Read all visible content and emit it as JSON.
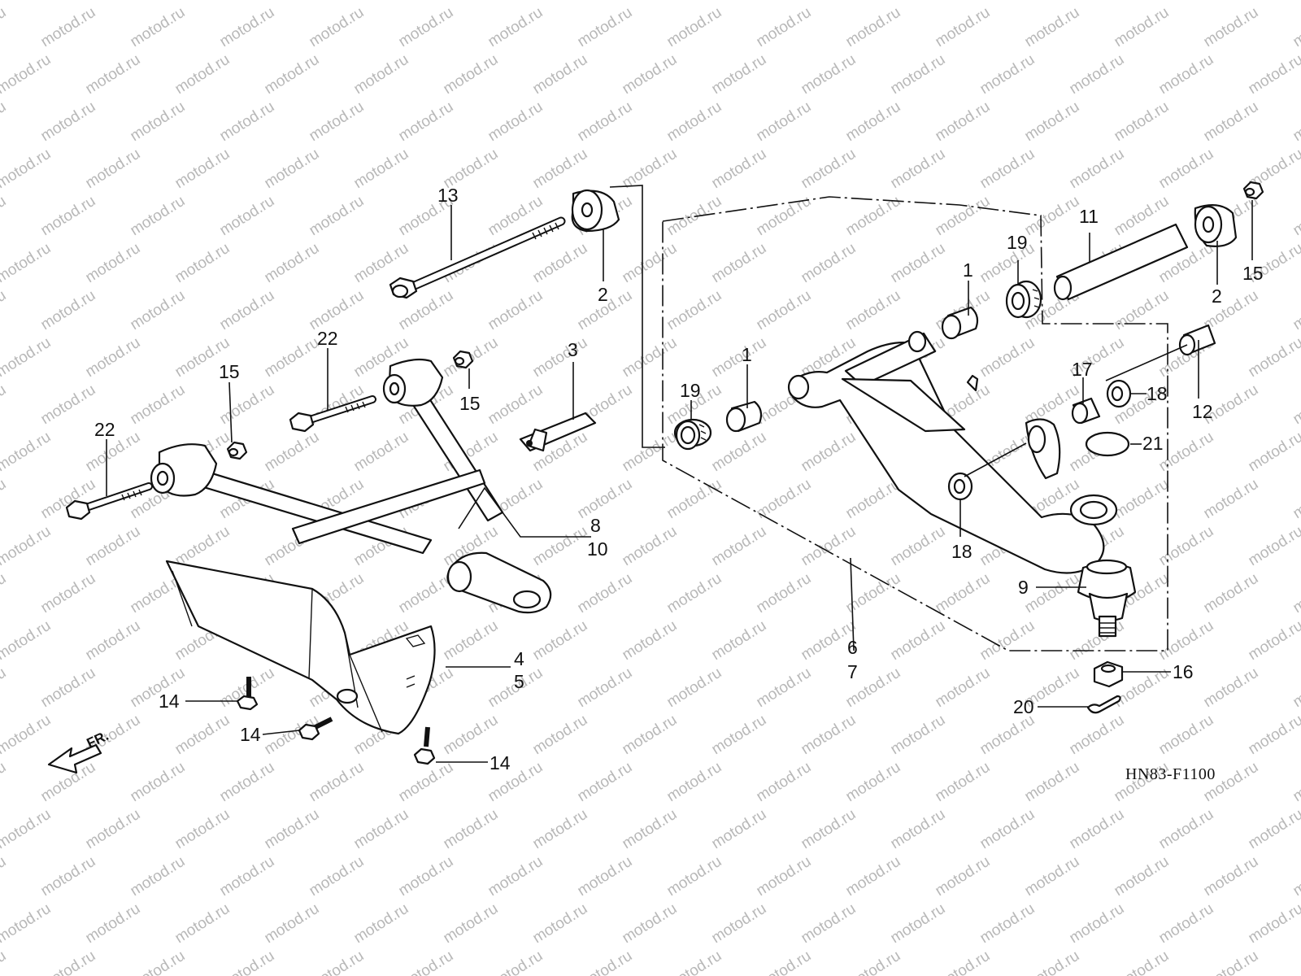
{
  "watermark": "motod.ru",
  "diagram_code": "HN83-F1100",
  "front_marker": "FR.",
  "callouts": {
    "c13": "13",
    "c2a": "2",
    "c3": "3",
    "c22a": "22",
    "c15a": "15",
    "c15b": "15",
    "c22b": "22",
    "c8": "8",
    "c10": "10",
    "c4": "4",
    "c5": "5",
    "c14a": "14",
    "c14b": "14",
    "c14c": "14",
    "c11": "11",
    "c19a": "19",
    "c1a": "1",
    "c2b": "2",
    "c15c": "15",
    "c1b": "1",
    "c19b": "19",
    "c17": "17",
    "c18a": "18",
    "c12": "12",
    "c21": "21",
    "c18b": "18",
    "c9": "9",
    "c6": "6",
    "c7": "7",
    "c16": "16",
    "c20": "20"
  },
  "colors": {
    "line": "#111111",
    "watermark": "#b8b8b8",
    "background": "#ffffff"
  }
}
